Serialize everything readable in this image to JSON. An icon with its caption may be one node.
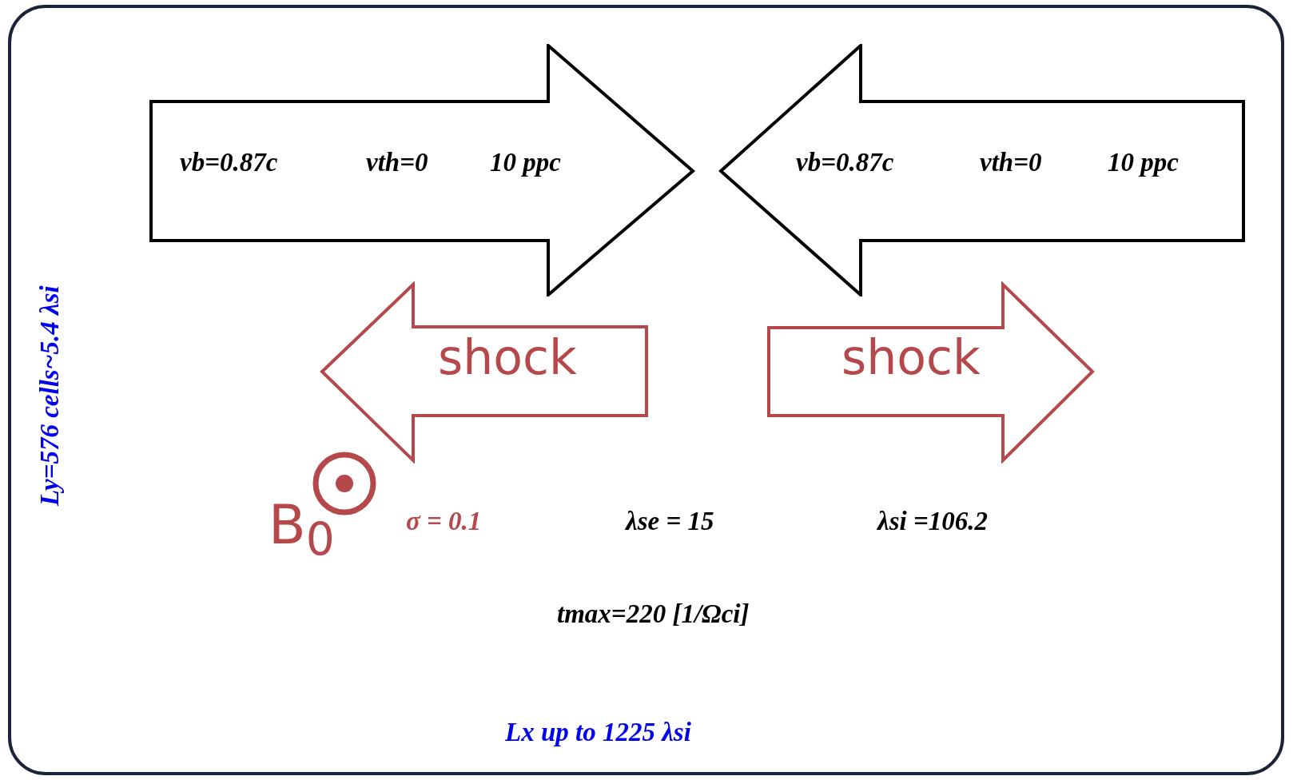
{
  "diagram": {
    "nodes": [
      {
        "text": [
          "vb=0.87c",
          "vth=0",
          "10 ppc"
        ]
      },
      {
        "text": [
          "vb=0.87c",
          "vth=0",
          "10 ppc"
        ]
      },
      {
        "text": [
          "shock"
        ]
      },
      {
        "text": [
          "shock"
        ]
      }
    ],
    "labels": [
      "Ly=576 cells~5.4 **λ**si",
      "B$_{0}$",
      "**σ** = 0.1",
      "**λ**se = 15",
      "**λ**si =106.2",
      "tmax=220 [1/**Ω**ci]",
      "Lx up to 1225 **λ**si"
    ]
  }
}
